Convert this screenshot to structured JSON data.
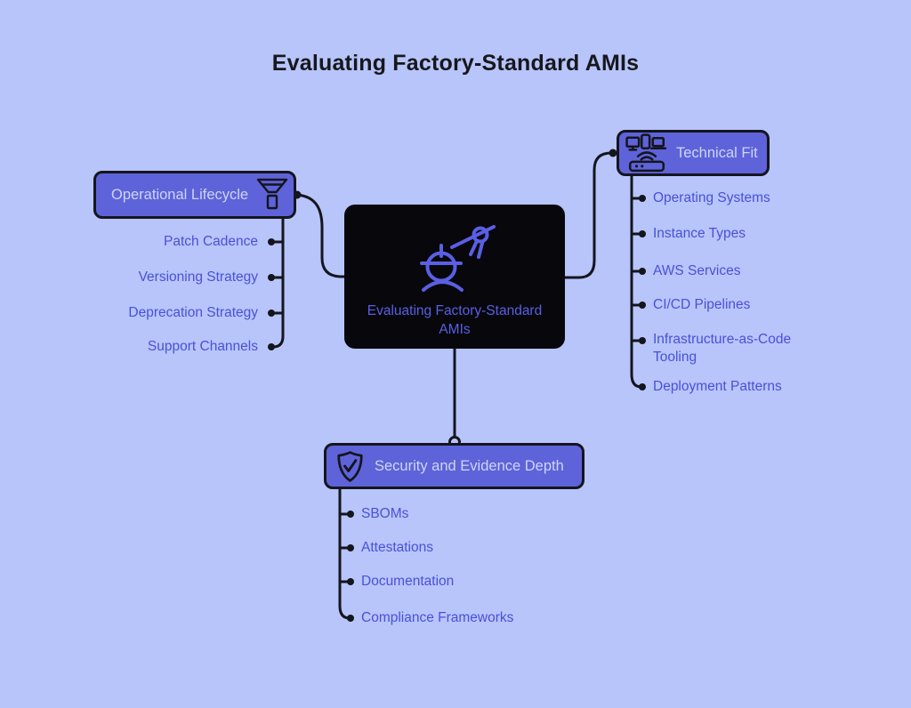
{
  "title": "Evaluating Factory-Standard AMIs",
  "center": {
    "label": "Evaluating Factory-Standard AMIs",
    "icon": "engineer-compass-icon"
  },
  "branches": {
    "operational": {
      "label": "Operational Lifecycle",
      "icon": "funnel-icon",
      "items": [
        "Patch Cadence",
        "Versioning Strategy",
        "Deprecation Strategy",
        "Support Channels"
      ]
    },
    "technical": {
      "label": "Technical Fit",
      "icon": "devices-network-icon",
      "items": [
        "Operating Systems",
        "Instance Types",
        "AWS Services",
        "CI/CD Pipelines",
        "Infrastructure-as-Code Tooling",
        "Deployment Patterns"
      ]
    },
    "security": {
      "label": "Security and Evidence Depth",
      "icon": "shield-check-icon",
      "items": [
        "SBOMs",
        "Attestations",
        "Documentation",
        "Compliance Frameworks"
      ]
    }
  },
  "colors": {
    "background": "#b7c5fb",
    "node_fill": "#5e63da",
    "node_border": "#15151c",
    "node_text": "#cdd5f3",
    "item_text": "#4b50d7",
    "center_fill": "#08080c",
    "center_text": "#5a5fe4",
    "line": "#15151c",
    "title_text": "#17171c"
  }
}
